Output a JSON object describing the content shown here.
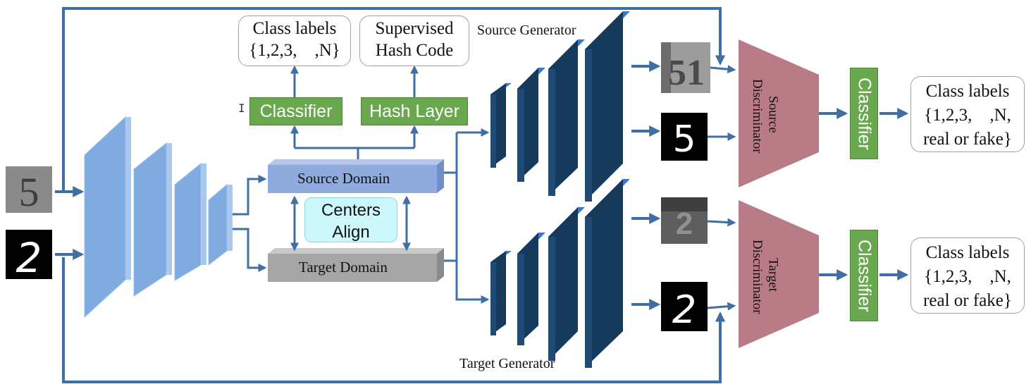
{
  "top_boxes": {
    "class_labels": {
      "line1": "Class labels",
      "line2": "{1,2,3, ,N}"
    },
    "supervised_hash": {
      "line1": "Supervised",
      "line2": "Hash Code"
    }
  },
  "modules": {
    "classifier_top": "Classifier",
    "hash_layer": "Hash Layer",
    "source_domain": "Source Domain",
    "target_domain": "Target Domain",
    "centers_align": {
      "line1": "Centers",
      "line2": "Align"
    }
  },
  "generators": {
    "source": "Source Generator",
    "target": "Target Generator"
  },
  "discriminators": {
    "source": {
      "line1": "Source",
      "line2": "Discriminator"
    },
    "target": {
      "line1": "Target",
      "line2": "Discriminator"
    }
  },
  "right_classifiers": {
    "upper": "Classifier",
    "lower": "Classifier"
  },
  "output_boxes": {
    "upper": {
      "line1": "Class labels",
      "line2": "{1,2,3, ,N,",
      "line3": "real or fake}"
    },
    "lower": {
      "line1": "Class labels",
      "line2": "{1,2,3, ,N,",
      "line3": "real or fake}"
    }
  },
  "digit_images": {
    "input_source": "5",
    "input_target": "2",
    "gen_source_from_source": "51",
    "gen_source_from_target": "5",
    "gen_target_from_source": "2",
    "gen_target_from_target": "2"
  },
  "colors": {
    "arrow": "#3f6fa3",
    "encoder_blue": "#7fabe0",
    "generator_navy": "#163a5c",
    "generator_edge": "#3e78c2",
    "discriminator": "#b97b86",
    "source_domain": "#8faadc",
    "target_domain": "#a6a6a6",
    "green": "#6aa84f",
    "centers_bg": "#ccf7fb"
  }
}
